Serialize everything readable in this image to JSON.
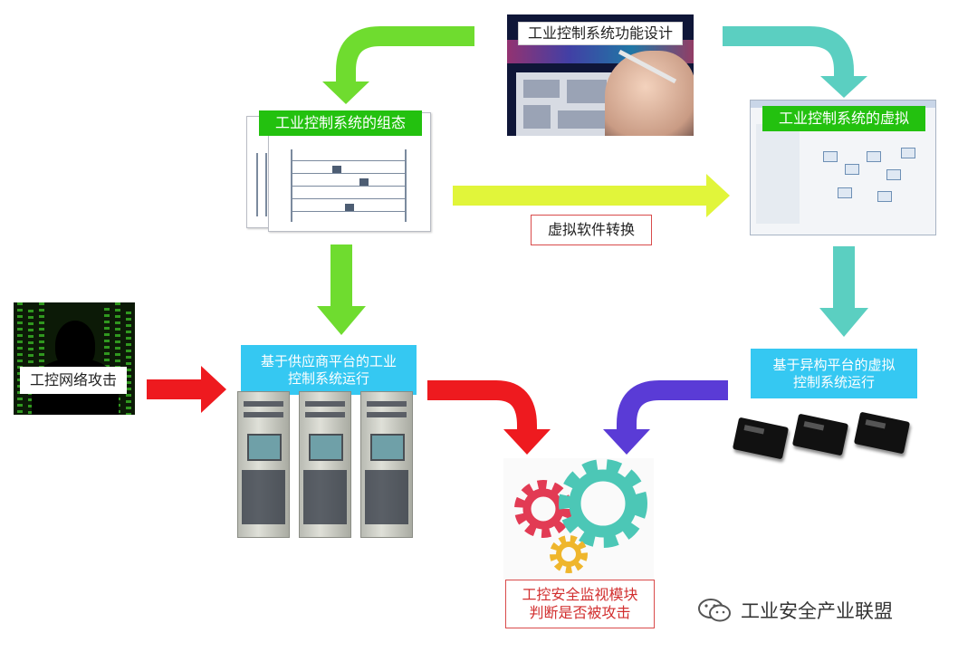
{
  "labels": {
    "function_design": "工业控制系统功能设计",
    "configuration": "工业控制系统的组态",
    "virtualization": "工业控制系统的虚拟",
    "software_conversion": "虚拟软件转换",
    "cyber_attack": "工控网络攻击",
    "vendor_platform": [
      "基于供应商平台的工业",
      "控制系统运行"
    ],
    "hetero_platform": [
      "基于异构平台的虚拟",
      "控制系统运行"
    ],
    "security_monitor": [
      "工控安全监视模块",
      "判断是否被攻击"
    ]
  },
  "watermark": "工业安全产业联盟",
  "colors": {
    "green_arrow": "#6fdc2f",
    "teal_arrow": "#5bcfc1",
    "yellow_arrow": "#e1f53a",
    "red_arrow": "#ee1a1f",
    "blue_arrow": "#5a3bd6",
    "green_label": "#23c10f",
    "blue_label": "#35c8f2",
    "gear_red": "#e23b54",
    "gear_teal": "#4cc7b6",
    "gear_yellow": "#efb62c"
  },
  "icons": [
    "wechat-icon",
    "gear-icon",
    "hacker-icon",
    "server-cabinet-icon",
    "chip-icon"
  ]
}
